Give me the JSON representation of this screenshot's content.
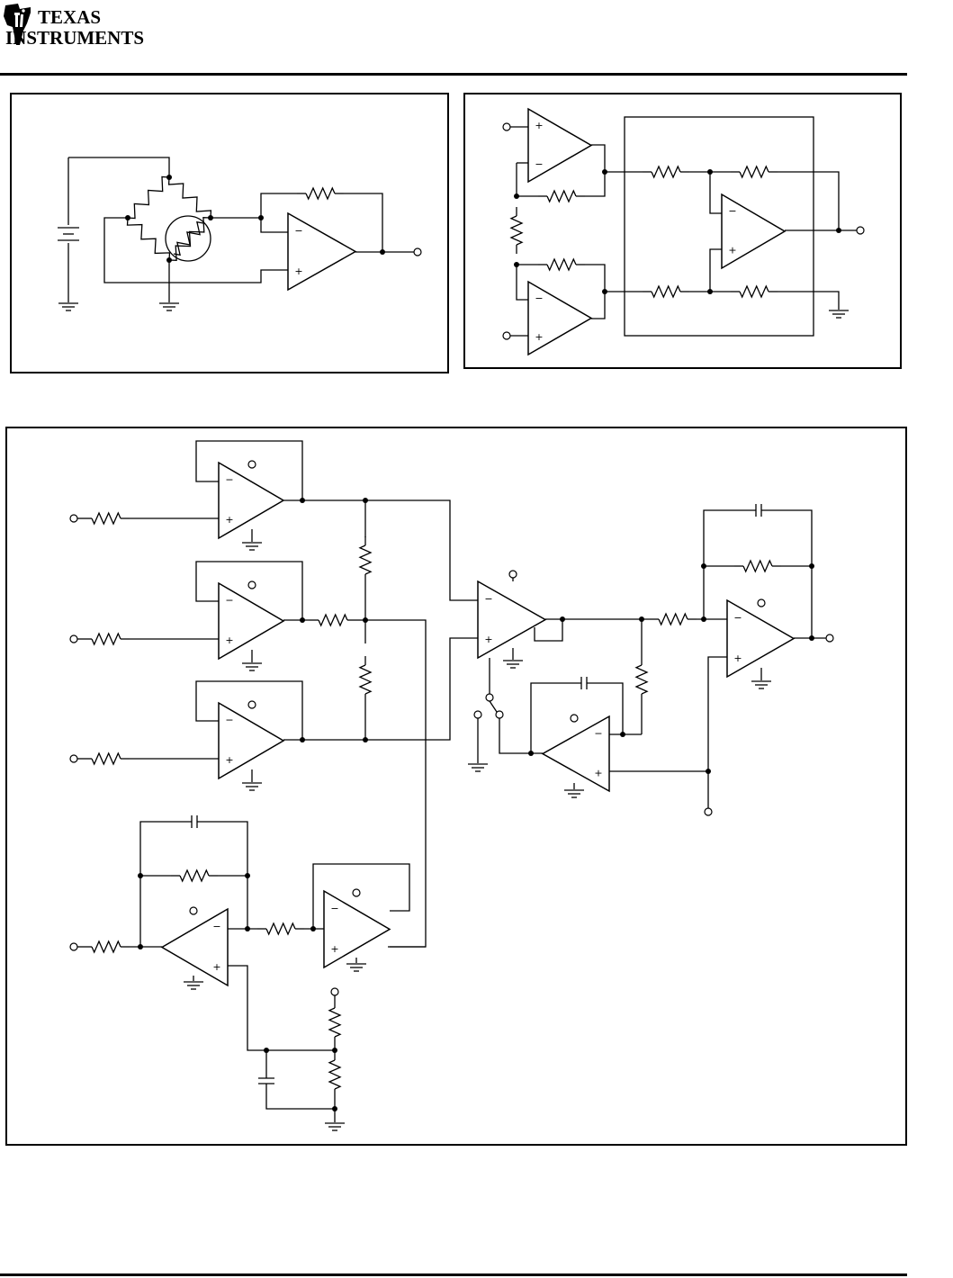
{
  "header": {
    "brand_line1": "TEXAS",
    "brand_line2": "INSTRUMENTS",
    "logo_icon": "ti-state-logo"
  },
  "figures": [
    {
      "name": "bridge-amplifier",
      "components": [
        "battery",
        "resistor-bridge",
        "thermistor",
        "op-amp",
        "feedback-resistor",
        "ground"
      ]
    },
    {
      "name": "instrumentation-amplifier",
      "components": [
        "input-buffer-op-amps",
        "gain-resistor",
        "difference-amplifier",
        "ground"
      ]
    },
    {
      "name": "multiplexed-signal-conditioning",
      "components": [
        "voltage-followers",
        "summing-resistors",
        "sample-switch",
        "integrator",
        "filter-stage",
        "bias-divider"
      ]
    }
  ],
  "opamp_signs": {
    "plus": "+",
    "minus": "−"
  }
}
